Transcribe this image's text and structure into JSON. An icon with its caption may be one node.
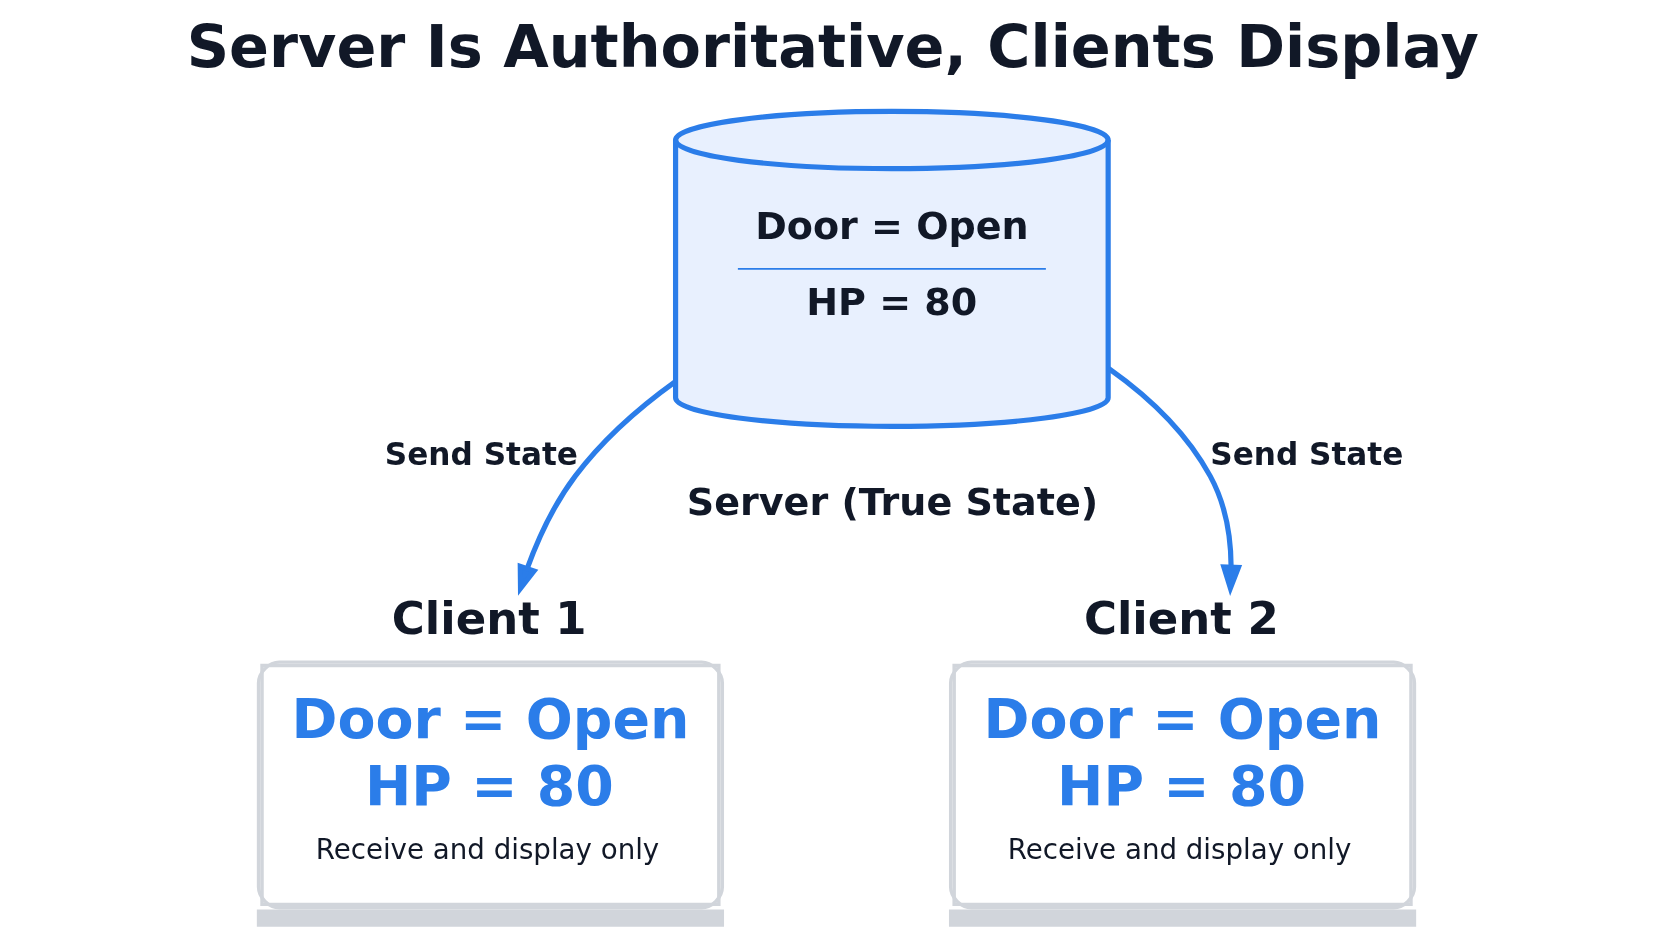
{
  "diagram": {
    "title": "Server Is Authoritative, Clients Display",
    "nodes": [
      {
        "text": [
          "Door = Open",
          "HP = 80"
        ],
        "beside": [
          "Server (True State)"
        ]
      },
      {
        "text": [
          "Client 1",
          "Door = Open",
          "HP = 80",
          "Receive and display only"
        ]
      },
      {
        "text": [
          "Client 2",
          "Door = Open",
          "HP = 80",
          "Receive and display only"
        ]
      }
    ],
    "edges": [
      {
        "from": 0,
        "to": 1,
        "arrow": "to",
        "label": "Send State"
      },
      {
        "from": 0,
        "to": 2,
        "arrow": "to",
        "label": "Send State"
      }
    ]
  }
}
